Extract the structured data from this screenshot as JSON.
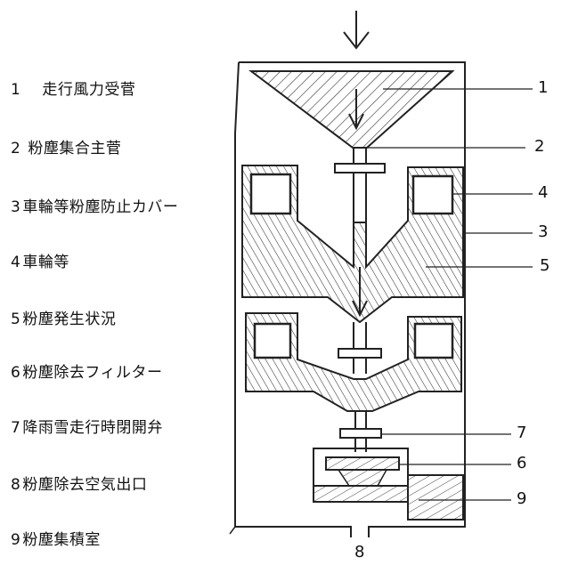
{
  "legend": [
    {
      "num": "1",
      "label": "走行風力受菅"
    },
    {
      "num": "2",
      "label": "粉塵集合主菅"
    },
    {
      "num": "3",
      "label": "車輪等粉塵防止カバー"
    },
    {
      "num": "4",
      "label": "車輪等"
    },
    {
      "num": "5",
      "label": "粉塵発生状況"
    },
    {
      "num": "6",
      "label": "粉塵除去フィルター"
    },
    {
      "num": "7",
      "label": "降雨雪走行時閉開弁"
    },
    {
      "num": "8",
      "label": "粉塵除去空気出口"
    },
    {
      "num": "9",
      "label": "粉塵集積室"
    }
  ],
  "callouts": [
    "1",
    "2",
    "4",
    "3",
    "5",
    "7",
    "6",
    "9",
    "8"
  ],
  "colors": {
    "ink": "#222222"
  }
}
